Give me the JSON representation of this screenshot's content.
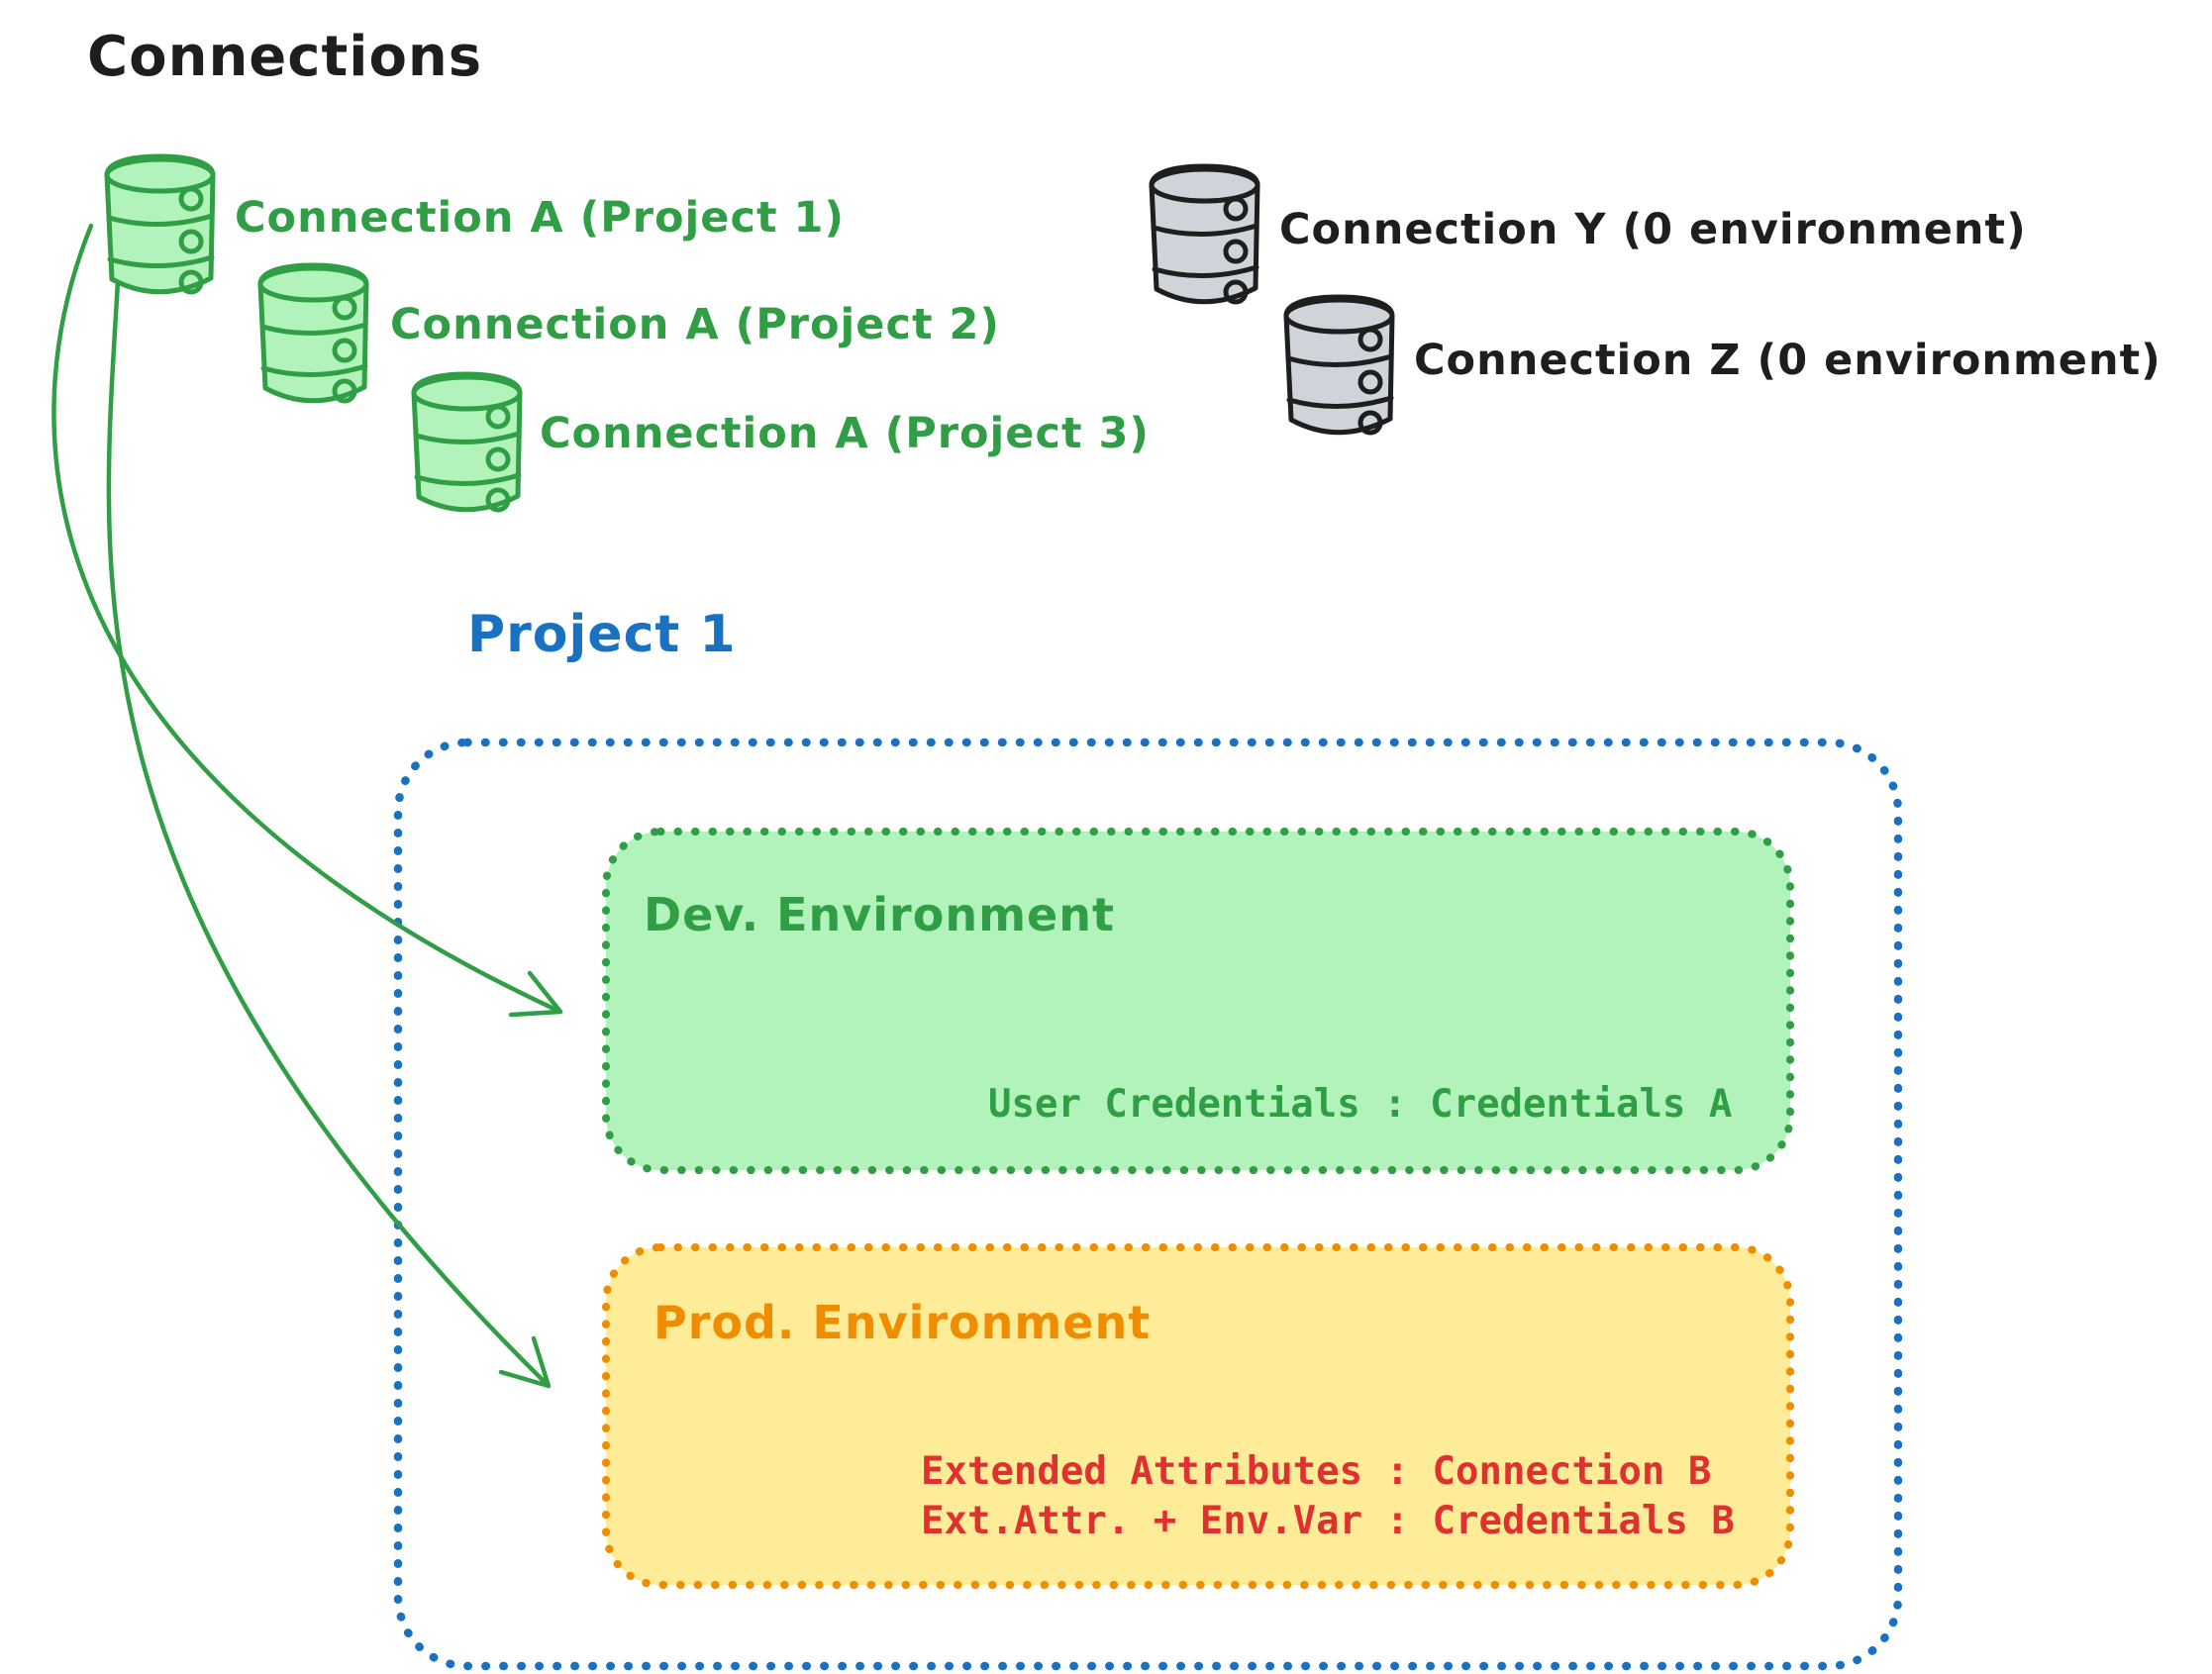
{
  "title": "Connections",
  "icons": {
    "green_database": "database-cylinder-icon",
    "gray_database": "database-cylinder-icon"
  },
  "colors": {
    "stroke_dark": "#1e1e1e",
    "green": "#2f9e44",
    "green_fill": "#b2f2bb",
    "gray_fill": "#ced4da",
    "blue": "#1971c2",
    "orange": "#f08c00",
    "yellow_fill": "#ffec99",
    "red": "#e03131"
  },
  "connections": {
    "green": [
      {
        "label": "Connection A (Project 1)"
      },
      {
        "label": "Connection A (Project 2)"
      },
      {
        "label": "Connection A (Project 3)"
      }
    ],
    "gray": [
      {
        "label": "Connection Y (0 environment)"
      },
      {
        "label": "Connection Z (0 environment)"
      }
    ]
  },
  "project": {
    "title": "Project 1",
    "environments": [
      {
        "name": "Dev. Environment",
        "credentials": "User Credentials : Credentials A"
      },
      {
        "name": "Prod. Environment",
        "lines": [
          "Extended Attributes : Connection B",
          "Ext.Attr. + Env.Var : Credentials B"
        ]
      }
    ]
  }
}
